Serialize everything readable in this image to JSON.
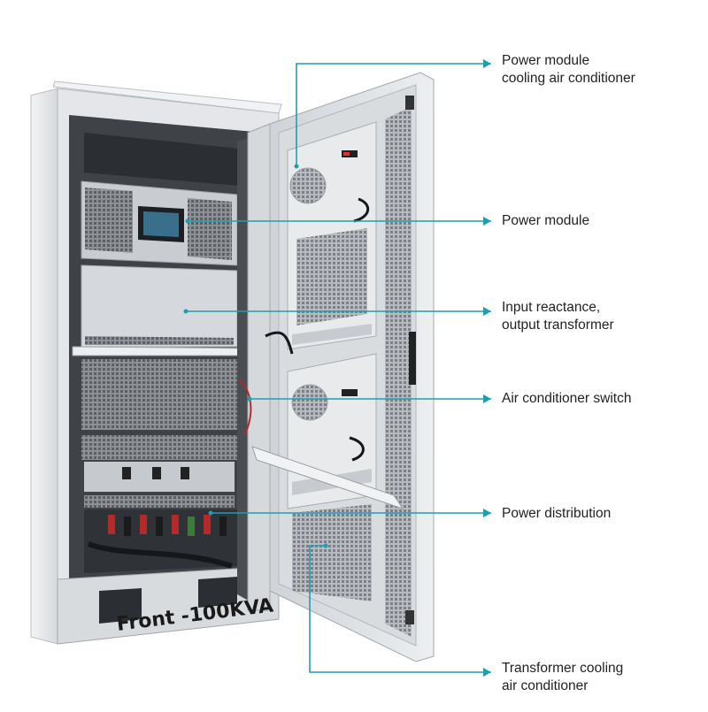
{
  "caption": "Front -100KVA",
  "colors": {
    "callout": "#1f9eb2",
    "cabinet_shell": "#e4e6e9",
    "cabinet_interior": "#55595e",
    "door": "#dcdfe3"
  },
  "callouts": [
    {
      "id": "power-module-cooling-ac",
      "lines": [
        "Power module",
        "cooling air conditioner"
      ]
    },
    {
      "id": "power-module",
      "lines": [
        "Power module"
      ]
    },
    {
      "id": "input-reactance-output-transformer",
      "lines": [
        "Input reactance,",
        "output transformer"
      ]
    },
    {
      "id": "air-conditioner-switch",
      "lines": [
        "Air conditioner switch"
      ]
    },
    {
      "id": "power-distribution",
      "lines": [
        "Power distribution"
      ]
    },
    {
      "id": "transformer-cooling-ac",
      "lines": [
        "Transformer cooling",
        "air conditioner"
      ]
    }
  ]
}
